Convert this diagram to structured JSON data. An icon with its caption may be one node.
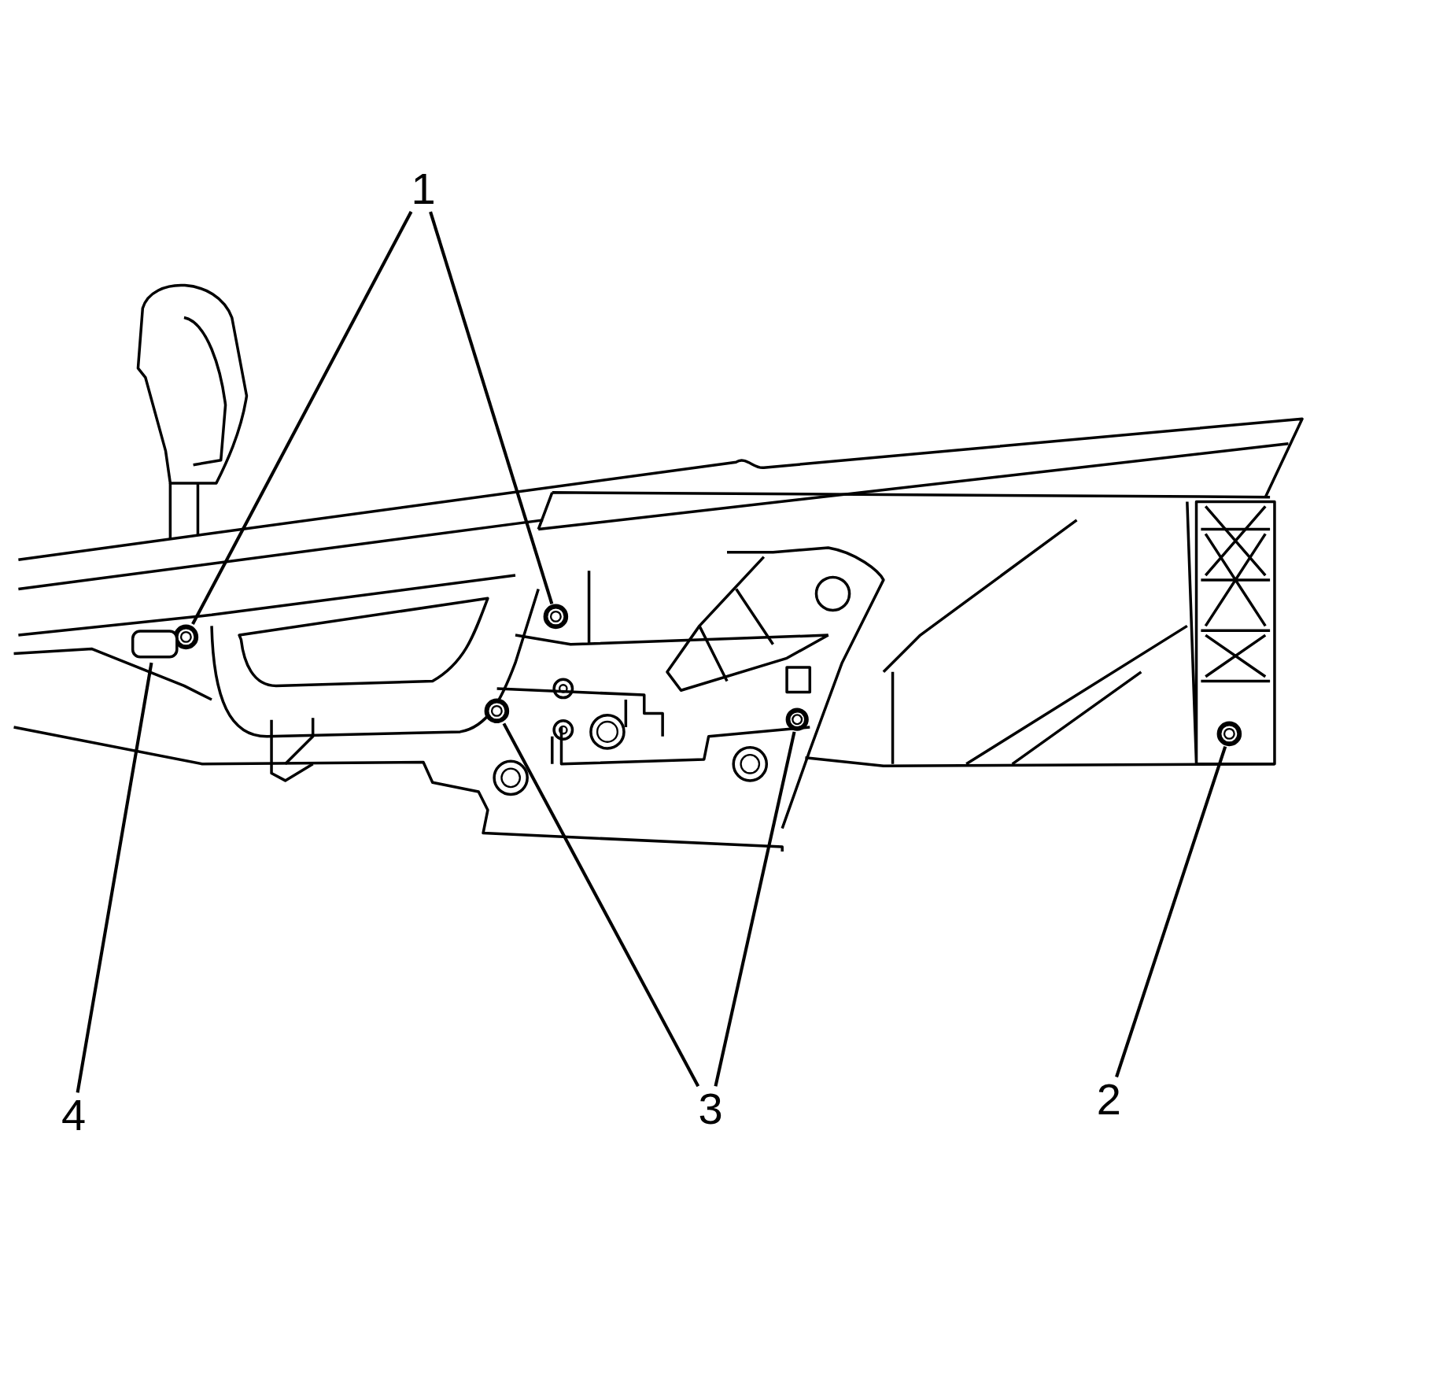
{
  "diagram": {
    "nodes": [
      {
        "text": [
          "1"
        ]
      },
      {
        "text": [],
        "shape": "circle"
      },
      {
        "text": [],
        "shape": "circle"
      },
      {
        "text": [],
        "shape": "box"
      },
      {
        "text": [
          "4"
        ]
      },
      {
        "text": [],
        "shape": "circle"
      },
      {
        "text": [],
        "shape": "circle"
      },
      {
        "text": [
          "3"
        ]
      },
      {
        "text": [],
        "shape": "circle"
      },
      {
        "text": [
          "2"
        ]
      }
    ],
    "edges": [
      {
        "from": 0,
        "to": 1,
        "arrow": "none"
      },
      {
        "from": 0,
        "to": 2,
        "arrow": "none"
      },
      {
        "from": 4,
        "to": 3,
        "arrow": "none"
      },
      {
        "from": 7,
        "to": 5,
        "arrow": "none"
      },
      {
        "from": 7,
        "to": 6,
        "arrow": "none"
      },
      {
        "from": 9,
        "to": 8,
        "arrow": "none"
      }
    ]
  }
}
